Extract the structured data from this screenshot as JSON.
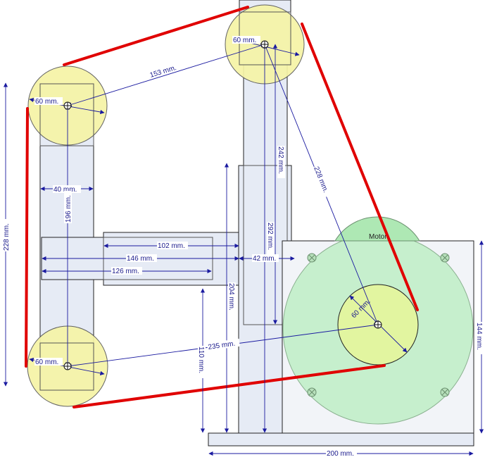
{
  "diagram": {
    "motor_label": "Motor",
    "dimensions": {
      "pulley_top_right_diameter": "60 mm.",
      "pulley_top_left_diameter": "60 mm.",
      "pulley_bottom_left_diameter": "60 mm.",
      "motor_pulley_diameter": "60 mm.",
      "top_left_to_top_right": "153 mm.",
      "column_width": "40 mm.",
      "left_pulley_spacing": "196 mm.",
      "left_overall_height": "228 mm.",
      "vertical_242": "242 mm.",
      "diagonal_228": "228 mm.",
      "vertical_292": "292 mm.",
      "arm_102": "102 mm.",
      "arm_146": "146 mm.",
      "arm_126": "126 mm.",
      "arm_42": "42 mm.",
      "height_204": "204 mm.",
      "height_110": "110 mm.",
      "bottom_diagonal_235": "235 mm.",
      "motor_height_144": "144 mm.",
      "base_width_200": "200 mm."
    }
  }
}
